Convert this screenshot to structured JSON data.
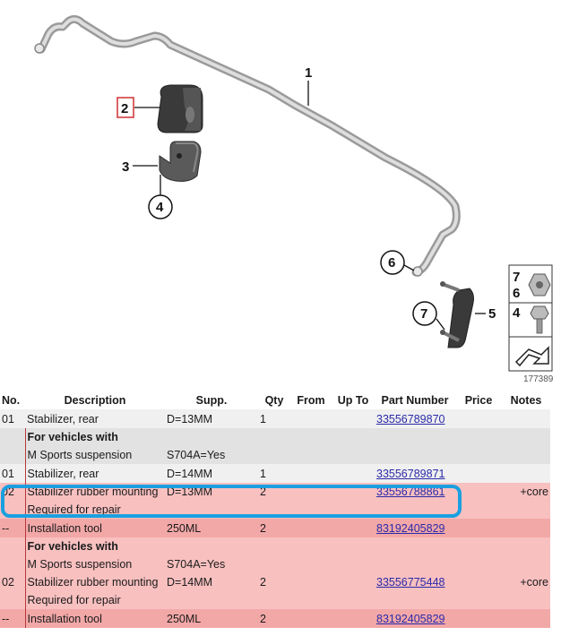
{
  "diagram": {
    "callouts": [
      "1",
      "2",
      "3",
      "4",
      "5",
      "6",
      "7"
    ],
    "legend_numbers": [
      "7",
      "6",
      "4"
    ],
    "reference_number": "177389"
  },
  "table": {
    "headers": {
      "no": "No.",
      "description": "Description",
      "supp": "Supp.",
      "qty": "Qty",
      "from": "From",
      "up_to": "Up To",
      "part_number": "Part Number",
      "price": "Price",
      "notes": "Notes"
    },
    "rows": [
      {
        "no": "01",
        "description": "Stabilizer, rear",
        "supp": "D=13MM",
        "qty": "1",
        "part_number": "33556789870",
        "notes": ""
      },
      {
        "header_bold": "For vehicles with",
        "header_sub": "M Sports suspension",
        "supp": "S704A=Yes"
      },
      {
        "no": "01",
        "description": "Stabilizer, rear",
        "supp": "D=14MM",
        "qty": "1",
        "part_number": "33556789871",
        "notes": ""
      },
      {
        "no": "02",
        "description": "Stabilizer rubber mounting",
        "description2": "Required for repair",
        "supp": "D=13MM",
        "qty": "2",
        "part_number": "33556788861",
        "notes": "+core"
      },
      {
        "no": "--",
        "description": "Installation tool",
        "supp": "250ML",
        "qty": "2",
        "part_number": "83192405829",
        "notes": ""
      },
      {
        "header_bold": "For vehicles with",
        "header_sub": "M Sports suspension",
        "supp": "S704A=Yes"
      },
      {
        "no": "02",
        "description": "Stabilizer rubber mounting",
        "description2": "Required for repair",
        "supp": "D=14MM",
        "qty": "2",
        "part_number": "33556775448",
        "notes": "+core"
      },
      {
        "no": "--",
        "description": "Installation tool",
        "supp": "250ML",
        "qty": "2",
        "part_number": "83192405829",
        "notes": ""
      }
    ]
  },
  "colors": {
    "highlight": "#1aa0e0",
    "selected_callout": "#d03030",
    "link": "#2a2aa8",
    "pink_row": "#f9c0c0"
  }
}
